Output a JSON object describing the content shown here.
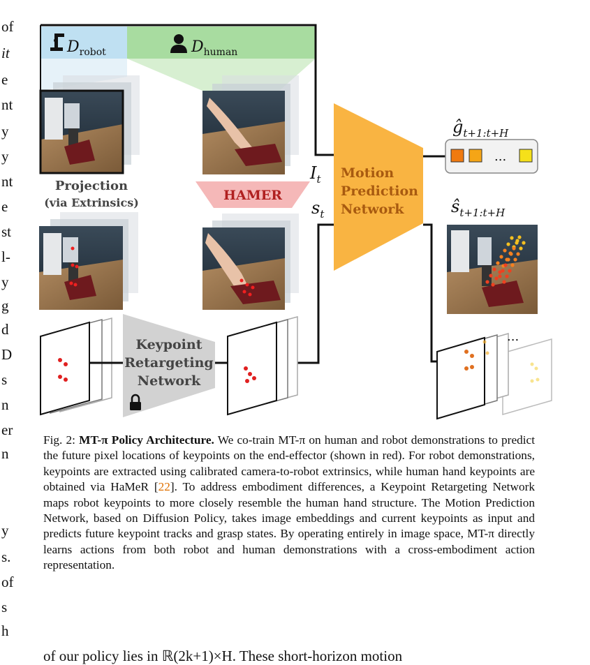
{
  "left_column_fragments": [
    "of",
    "it",
    "e",
    "nt",
    "y",
    "y",
    "nt",
    "e",
    "st",
    "l-",
    "y",
    "g",
    "d",
    "D",
    "s",
    "n",
    "er",
    "n",
    "y",
    "s.",
    "of",
    "s",
    "h"
  ],
  "figure": {
    "d_robot_label": "D",
    "d_robot_sub": "robot",
    "d_human_label": "D",
    "d_human_sub": "human",
    "projection_label_1": "Projection",
    "projection_label_2": "(via Extrinsics)",
    "hamer_label": "HAMER",
    "keypoint_net_1": "Keypoint",
    "keypoint_net_2": "Retargeting",
    "keypoint_net_3": "Network",
    "motion_net_1": "Motion",
    "motion_net_2": "Prediction",
    "motion_net_3": "Network",
    "input_image": "I",
    "input_image_sub": "t",
    "input_state": "s",
    "input_state_sub": "t",
    "out_g_label": "ĝ",
    "out_g_sub": "t+1:t+H",
    "out_s_label": "ŝ",
    "out_s_sub": "t+1:t+H",
    "ellipsis": "...",
    "grasp_colors": [
      "#f07a10",
      "#f5a516",
      "#f5e01a"
    ],
    "track_colors": [
      "#f04020",
      "#f58020",
      "#f5c020"
    ]
  },
  "caption": {
    "fig_label": "Fig. 2:",
    "title": "MT-π Policy Architecture.",
    "text_before_ref": "We co-train MT-π on human and robot demonstrations to predict the future pixel locations of keypoints on the end-effector (shown in red). For robot demonstrations, keypoints are extracted using calibrated camera-to-robot extrinsics, while human hand keypoints are obtained via HaMeR [",
    "ref": "22",
    "text_after_ref": "]. To address embodiment differences, a Keypoint Retargeting Network maps robot keypoints to more closely resemble the human hand structure. The Motion Prediction Network, based on Diffusion Policy, takes image embeddings and current keypoints as input and predicts future keypoint tracks and grasp states. By operating entirely in image space, MT-π directly learns actions from both robot and human demonstrations with a cross-embodiment action representation."
  },
  "bottom_line": "of our policy lies in ℝ(2k+1)×H. These short-horizon motion"
}
